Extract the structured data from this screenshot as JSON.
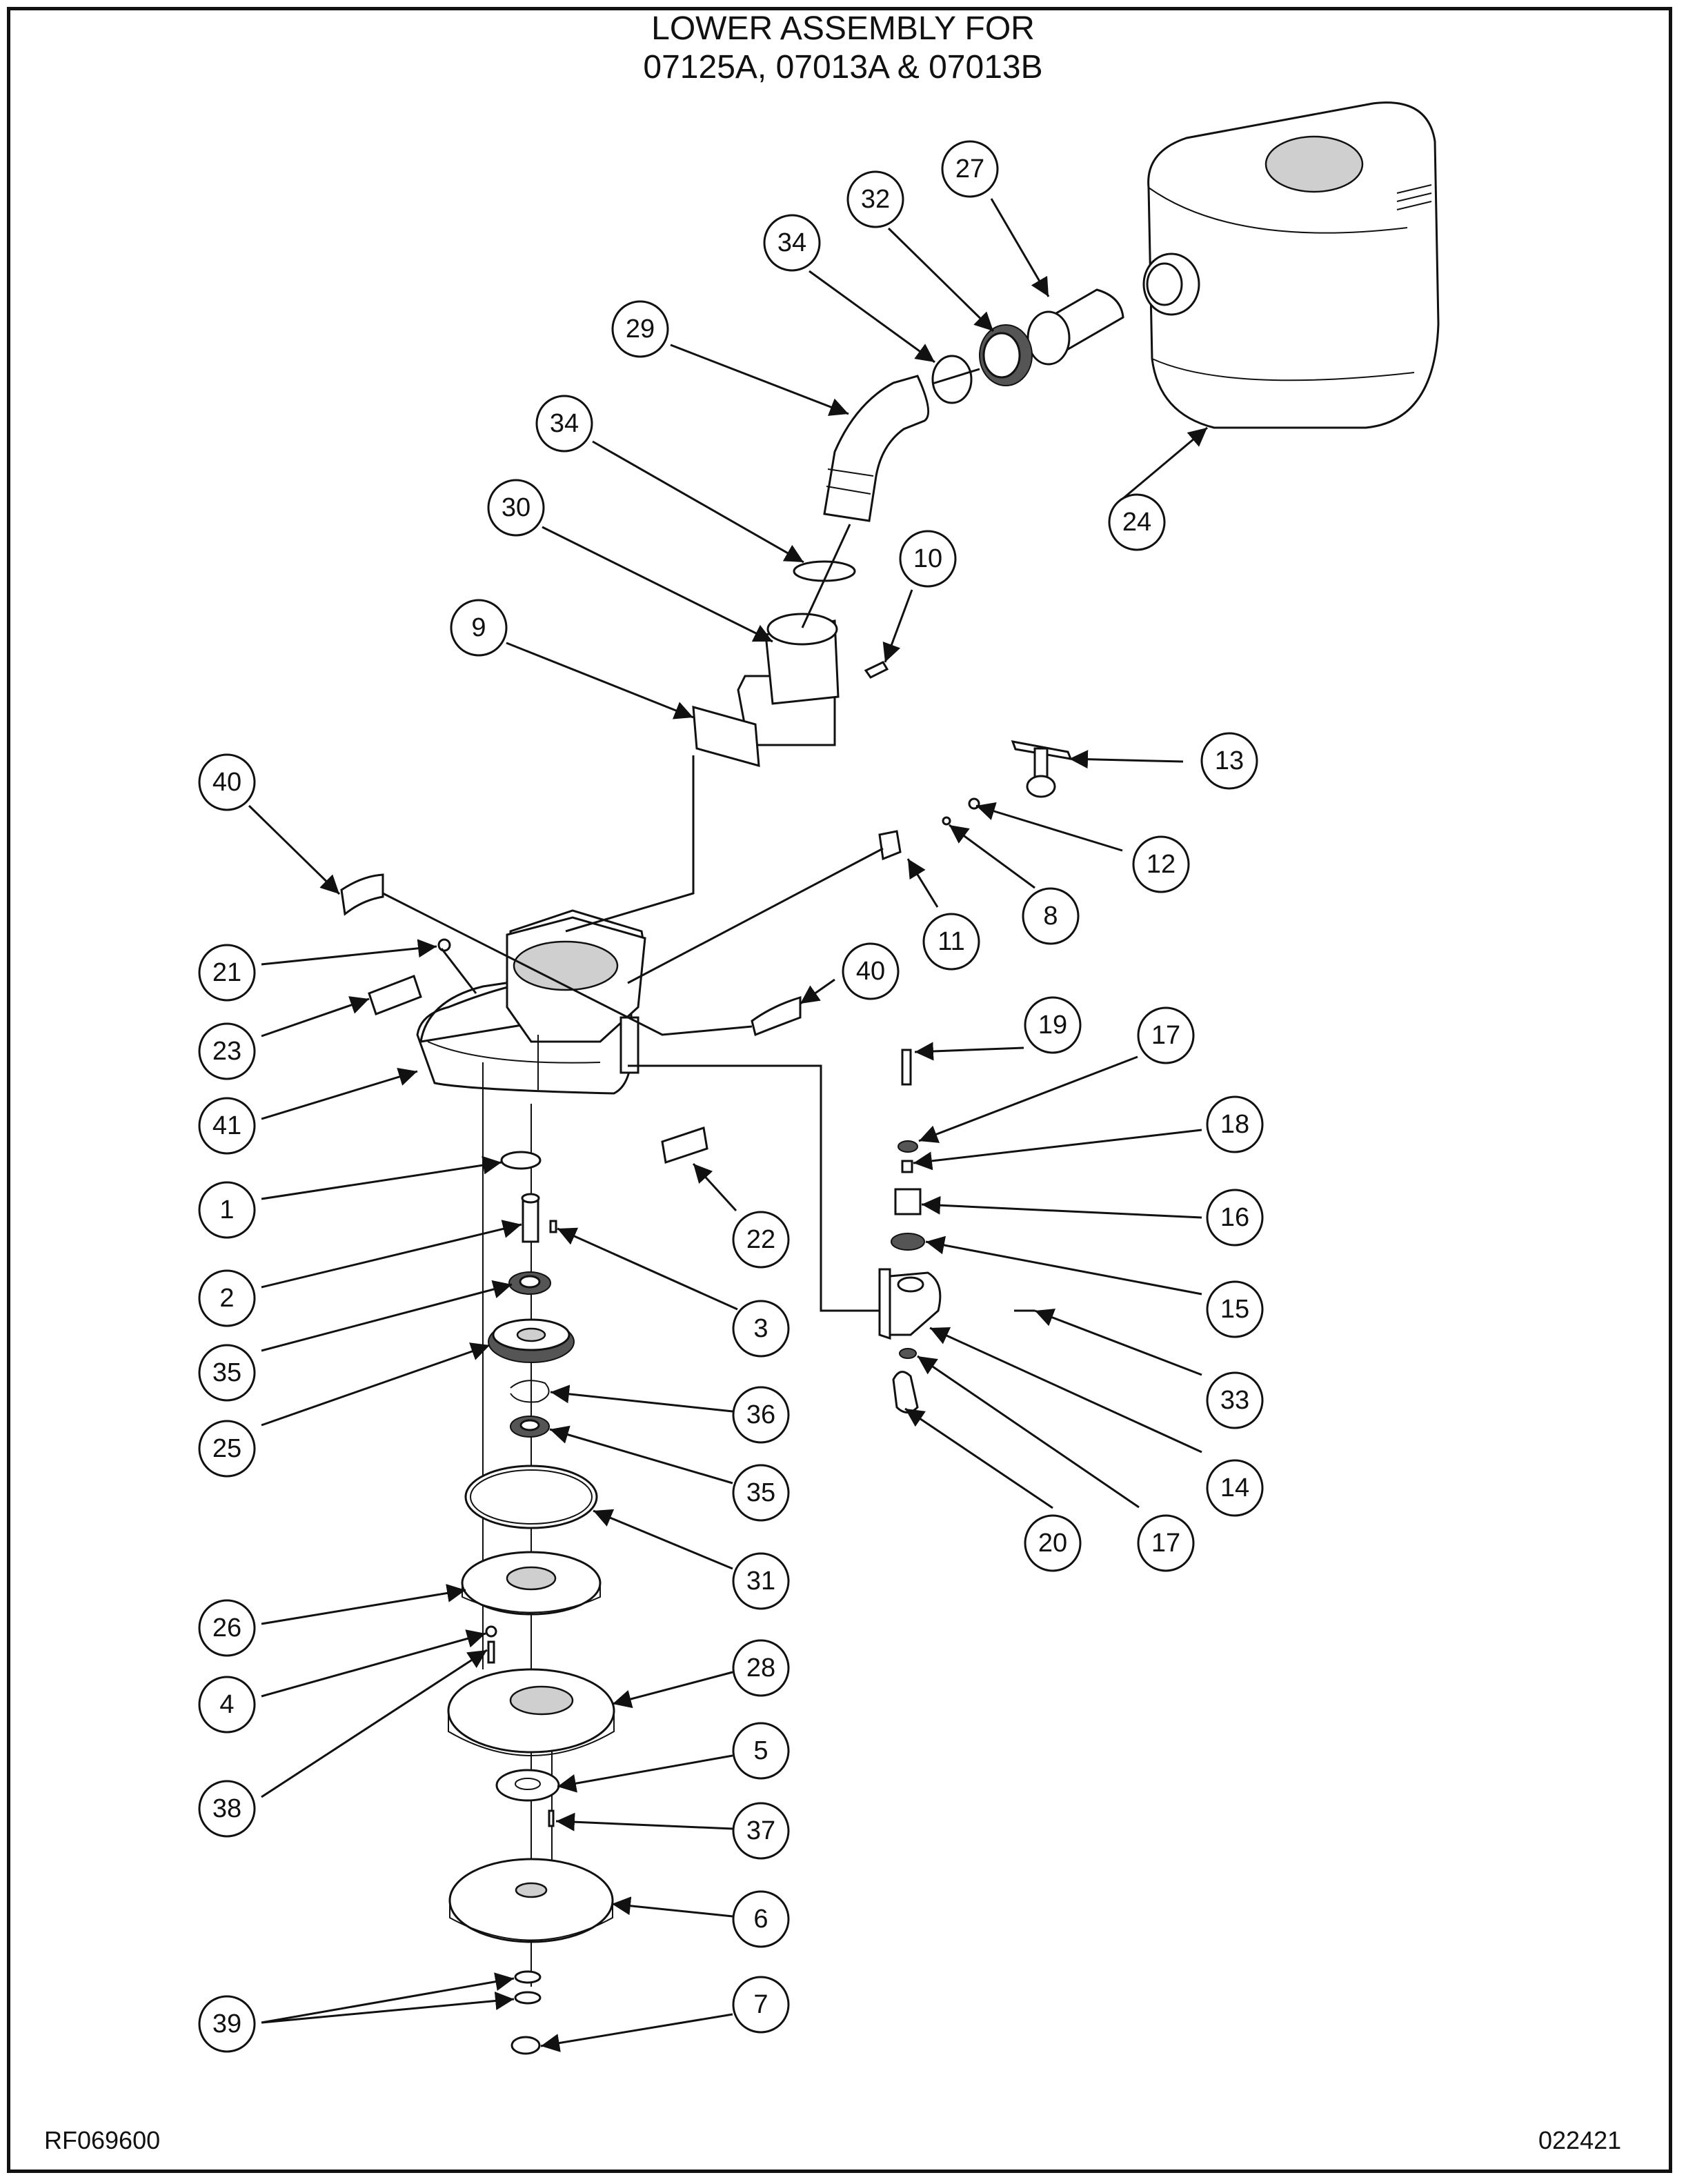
{
  "title": {
    "line1": "LOWER ASSEMBLY FOR",
    "line2": "07125A, 07013A & 07013B"
  },
  "footer": {
    "left_code": "RF069600",
    "right_code": "022421"
  },
  "callouts": [
    {
      "id": "c27",
      "label": "27"
    },
    {
      "id": "c32",
      "label": "32"
    },
    {
      "id": "c34a",
      "label": "34"
    },
    {
      "id": "c29",
      "label": "29"
    },
    {
      "id": "c34b",
      "label": "34"
    },
    {
      "id": "c30",
      "label": "30"
    },
    {
      "id": "c10",
      "label": "10"
    },
    {
      "id": "c9",
      "label": "9"
    },
    {
      "id": "c24",
      "label": "24"
    },
    {
      "id": "c13",
      "label": "13"
    },
    {
      "id": "c40a",
      "label": "40"
    },
    {
      "id": "c12",
      "label": "12"
    },
    {
      "id": "c8",
      "label": "8"
    },
    {
      "id": "c11",
      "label": "11"
    },
    {
      "id": "c40b",
      "label": "40"
    },
    {
      "id": "c21",
      "label": "21"
    },
    {
      "id": "c23",
      "label": "23"
    },
    {
      "id": "c19",
      "label": "19"
    },
    {
      "id": "c17a",
      "label": "17"
    },
    {
      "id": "c41",
      "label": "41"
    },
    {
      "id": "c18",
      "label": "18"
    },
    {
      "id": "c1",
      "label": "1"
    },
    {
      "id": "c16",
      "label": "16"
    },
    {
      "id": "c22",
      "label": "22"
    },
    {
      "id": "c2",
      "label": "2"
    },
    {
      "id": "c15",
      "label": "15"
    },
    {
      "id": "c3",
      "label": "3"
    },
    {
      "id": "c35a",
      "label": "35"
    },
    {
      "id": "c33",
      "label": "33"
    },
    {
      "id": "c36",
      "label": "36"
    },
    {
      "id": "c25",
      "label": "25"
    },
    {
      "id": "c14",
      "label": "14"
    },
    {
      "id": "c35b",
      "label": "35"
    },
    {
      "id": "c20",
      "label": "20"
    },
    {
      "id": "c17b",
      "label": "17"
    },
    {
      "id": "c31",
      "label": "31"
    },
    {
      "id": "c26",
      "label": "26"
    },
    {
      "id": "c28",
      "label": "28"
    },
    {
      "id": "c4",
      "label": "4"
    },
    {
      "id": "c5",
      "label": "5"
    },
    {
      "id": "c38",
      "label": "38"
    },
    {
      "id": "c37",
      "label": "37"
    },
    {
      "id": "c6",
      "label": "6"
    },
    {
      "id": "c7",
      "label": "7"
    },
    {
      "id": "c39",
      "label": "39"
    }
  ]
}
